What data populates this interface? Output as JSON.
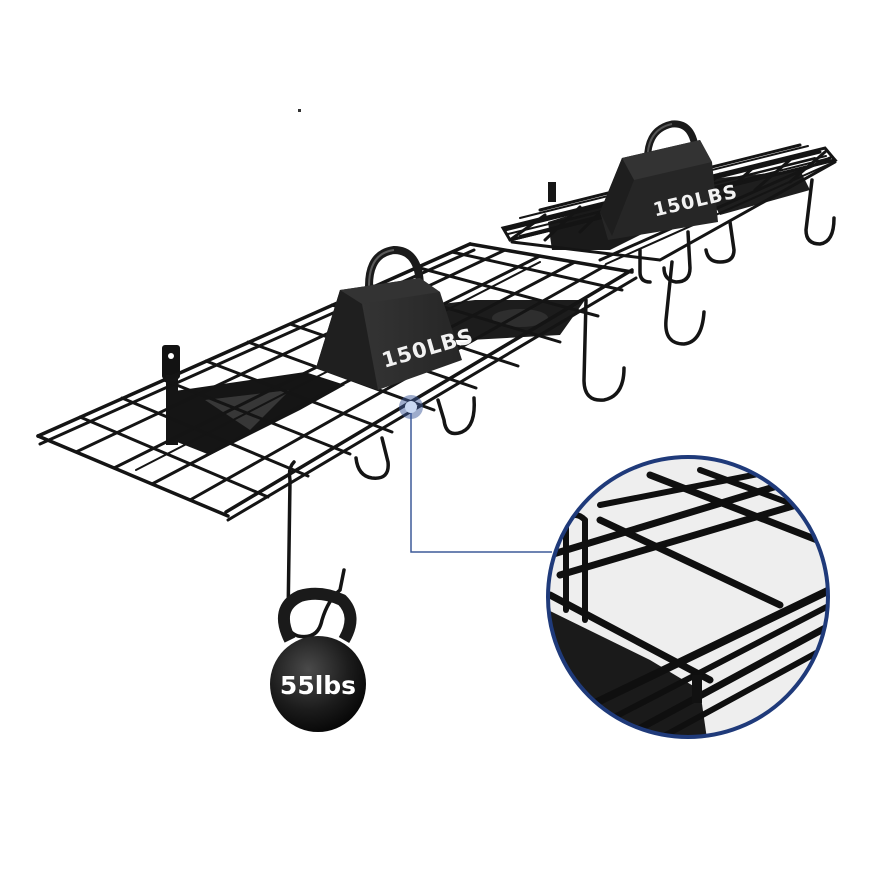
{
  "product": {
    "description": "Two wall-mounted black wire garage storage shelves with S-hooks",
    "colors": {
      "background": "#ffffff",
      "metal": "#141414",
      "weight_body": "#2a2a2a",
      "callout_line": "#3d5a99",
      "callout_dot": "#c9d8f2",
      "inset_border": "#1f3a7a",
      "inset_background": "#eeeeee"
    }
  },
  "weights": {
    "front_shelf_weight": {
      "label": "150LBS"
    },
    "back_shelf_weight": {
      "label": "150LBS"
    },
    "kettlebell": {
      "label": "55lbs"
    }
  },
  "callout": {
    "description": "Zoomed detail of wire grid edge",
    "icon": "magnify-detail-circle"
  }
}
